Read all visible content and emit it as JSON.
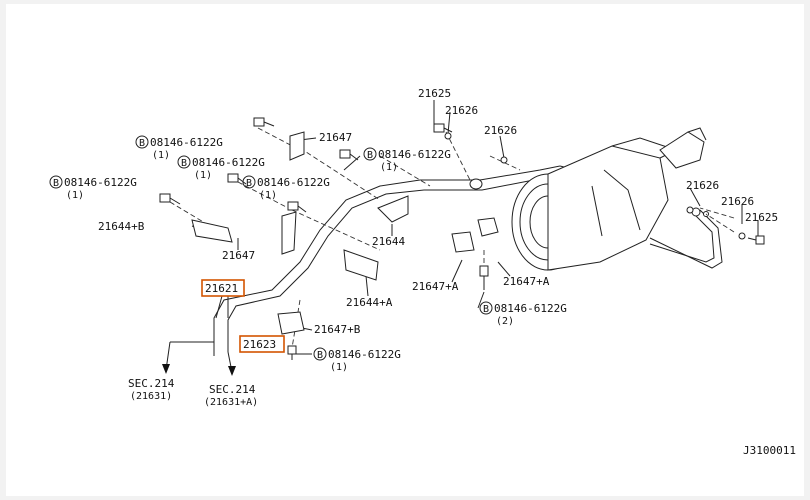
{
  "diagram_code": "J3100011",
  "labels": {
    "p21625_top": "21625",
    "p21626_top": "21626",
    "p21626_mid": "21626",
    "p21647_top": "21647",
    "bolt_a": "08146-6122G",
    "bolt_a_qty": "(1)",
    "bolt_b": "08146-6122G",
    "bolt_b_qty": "(1)",
    "bolt_c": "08146-6122G",
    "bolt_c_qty": "(1)",
    "bolt_d": "08146-6122G",
    "bolt_d_qty": "(1)",
    "bolt_e": "08146-6122G",
    "bolt_e_qty": "(1)",
    "bolt_f": "08146-6122G",
    "bolt_f_qty": "(2)",
    "bolt_g": "08146-6122G",
    "bolt_g_qty": "(1)",
    "p21644b": "21644+B",
    "p21647_left": "21647",
    "p21644": "21644",
    "p21644a": "21644+A",
    "p21647a_left": "21647+A",
    "p21647a_right": "21647+A",
    "p21647b": "21647+B",
    "p21626_r1": "21626",
    "p21626_r2": "21626",
    "p21625_r": "21625",
    "p21621": "21621",
    "p21623": "21623",
    "sec_left": "SEC.214",
    "sec_left_sub": "(21631)",
    "sec_right": "SEC.214",
    "sec_right_sub": "(21631+A)",
    "bolt_symbol": "B"
  }
}
